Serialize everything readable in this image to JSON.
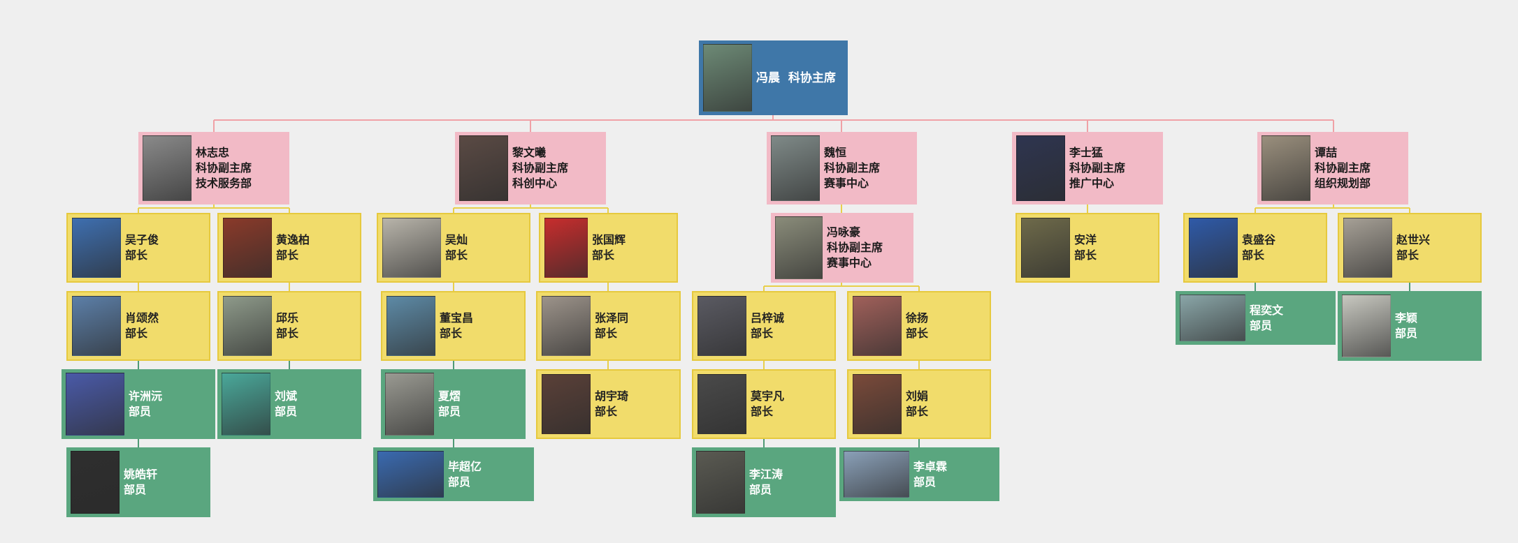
{
  "root": {
    "name": "冯晨",
    "title": "科协主席",
    "photo_color": "#6d8a76"
  },
  "vices": [
    {
      "name": "林志忠",
      "title": "科协副主席",
      "dept": "技术服务部",
      "photo_color": "#8a8a8a"
    },
    {
      "name": "黎文曦",
      "title": "科协副主席",
      "dept": "科创中心",
      "photo_color": "#5a4a44"
    },
    {
      "name": "魏恒",
      "title": "科协副主席",
      "dept": "赛事中心",
      "photo_color": "#7f8a88"
    },
    {
      "name": "李士猛",
      "title": "科协副主席",
      "dept": "推广中心",
      "photo_color": "#2e3550"
    },
    {
      "name": "谭喆",
      "title": "科协副主席",
      "dept": "组织规划部",
      "photo_color": "#9a8f7d"
    }
  ],
  "subvice": {
    "name": "冯咏豪",
    "title": "科协副主席",
    "dept": "赛事中心",
    "photo_color": "#8a8c7a"
  },
  "heads": [
    {
      "name": "吴子俊",
      "role": "部长",
      "photo_color": "#3e6fb0"
    },
    {
      "name": "黄逸柏",
      "role": "部长",
      "photo_color": "#8a3a2a"
    },
    {
      "name": "肖颂然",
      "role": "部长",
      "photo_color": "#5c7fa8"
    },
    {
      "name": "邱乐",
      "role": "部长",
      "photo_color": "#8e9a8a"
    },
    {
      "name": "吴灿",
      "role": "部长",
      "photo_color": "#b8b4aa"
    },
    {
      "name": "张国辉",
      "role": "部长",
      "photo_color": "#c72d2d"
    },
    {
      "name": "董宝昌",
      "role": "部长",
      "photo_color": "#5d8aa6"
    },
    {
      "name": "张泽同",
      "role": "部长",
      "photo_color": "#9c938a"
    },
    {
      "name": "胡宇琦",
      "role": "部长",
      "photo_color": "#5a4038"
    },
    {
      "name": "吕梓诚",
      "role": "部长",
      "photo_color": "#5a5a62"
    },
    {
      "name": "徐扬",
      "role": "部长",
      "photo_color": "#a0605a"
    },
    {
      "name": "莫宇凡",
      "role": "部长",
      "photo_color": "#4a4a4a"
    },
    {
      "name": "刘娟",
      "role": "部长",
      "photo_color": "#7a4a3a"
    },
    {
      "name": "安洋",
      "role": "部长",
      "photo_color": "#6e6a4a"
    },
    {
      "name": "袁盛谷",
      "role": "部长",
      "photo_color": "#2f5aa8"
    },
    {
      "name": "赵世兴",
      "role": "部长",
      "photo_color": "#a6a096"
    }
  ],
  "members": [
    {
      "name": "许洲沅",
      "role": "部员",
      "photo_color": "#4a5aa8"
    },
    {
      "name": "刘斌",
      "role": "部员",
      "photo_color": "#4aa89a"
    },
    {
      "name": "姚皓轩",
      "role": "部员",
      "photo_color": "#2e2e2e"
    },
    {
      "name": "夏熠",
      "role": "部员",
      "photo_color": "#9a9a92"
    },
    {
      "name": "毕超亿",
      "role": "部员",
      "photo_color": "#3a6ab0"
    },
    {
      "name": "李江涛",
      "role": "部员",
      "photo_color": "#5a5a52"
    },
    {
      "name": "李卓霖",
      "role": "部员",
      "photo_color": "#8aa0b8"
    },
    {
      "name": "程奕文",
      "role": "部员",
      "photo_color": "#8aa6a8"
    },
    {
      "name": "李颖",
      "role": "部员",
      "photo_color": "#c8c8c0"
    }
  ],
  "colors": {
    "top": "#3f77a8",
    "vice": "#f2bac6",
    "head": "#f1dc6b",
    "member": "#5aa67f",
    "line_pink": "#f0a1a6",
    "line_yellow": "#e8cf4a",
    "line_green": "#4f9a75"
  }
}
